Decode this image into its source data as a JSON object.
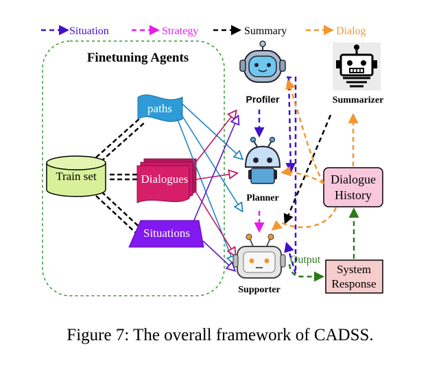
{
  "legend": {
    "situation": "Situation",
    "strategy": "Strategy",
    "summary": "Summary",
    "dialog": "Dialog"
  },
  "colors": {
    "situation": "#3f12c9",
    "strategy": "#e41de8",
    "summary": "#000000",
    "dialog": "#f2962e",
    "output": "#2b7a1c",
    "finetune_border": "#2e9a2e",
    "paths_fill": "#2e9bd7",
    "dialogues_fill": "#d61e69",
    "situations_fill": "#8219f0",
    "trainset_fill": "#d8f09a",
    "history_fill": "#f9c8dc",
    "response_fill": "#f7cccc"
  },
  "finetuning": {
    "title": "Finetuning Agents"
  },
  "nodes": {
    "train_set": "Train set",
    "paths": "paths",
    "dialogues": "Dialogues",
    "situations": "Situations",
    "dialogue_history_line1": "Dialogue",
    "dialogue_history_line2": "History",
    "system_response_line1": "System",
    "system_response_line2": "Response",
    "output": "Output"
  },
  "agents": {
    "profiler": "Profiler",
    "summarizer": "Summarizer",
    "planner": "Planner",
    "supporter": "Supporter"
  },
  "caption": "Figure 7: The overall framework of CADSS."
}
